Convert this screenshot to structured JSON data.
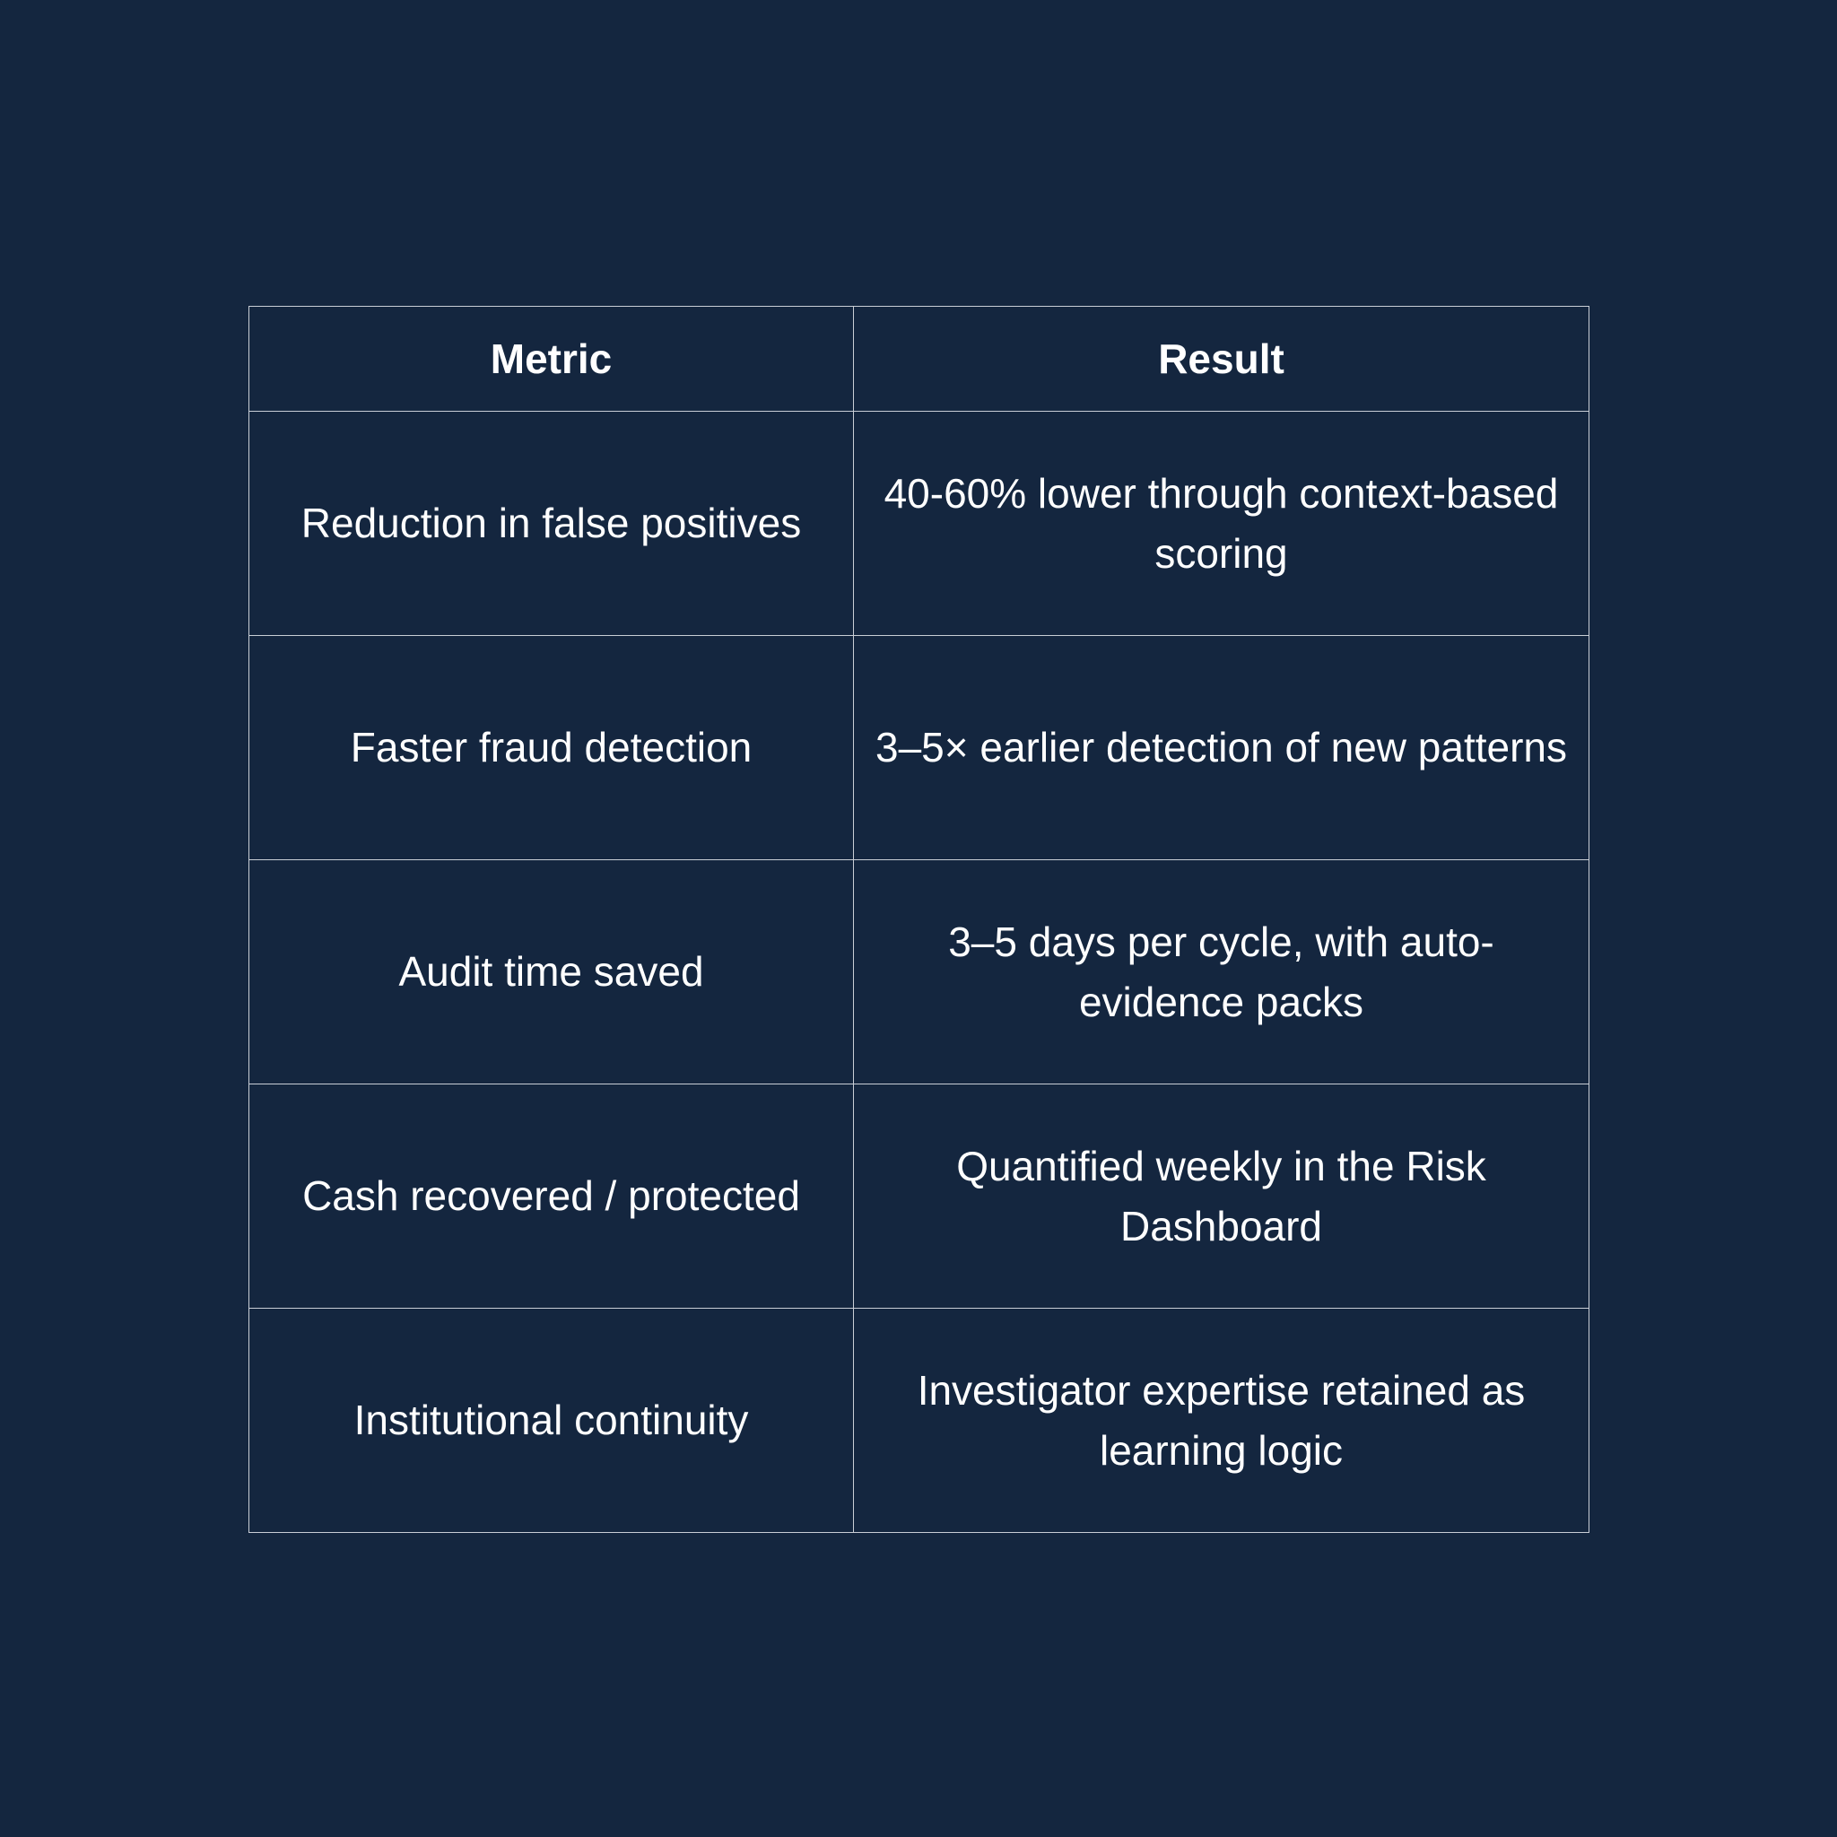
{
  "colors": {
    "background": "#14263f",
    "text": "#ffffff",
    "border": "#c9ced6"
  },
  "table": {
    "headers": [
      "Metric",
      "Result"
    ],
    "rows": [
      {
        "metric": "Reduction in false positives",
        "result": "40-60% lower through context-based scoring"
      },
      {
        "metric": "Faster fraud detection",
        "result": "3–5× earlier detection of new patterns"
      },
      {
        "metric": "Audit time saved",
        "result": "3–5 days per cycle, with auto-evidence packs"
      },
      {
        "metric": "Cash recovered / protected",
        "result": "Quantified weekly in the Risk Dashboard"
      },
      {
        "metric": "Institutional continuity",
        "result": "Investigator expertise retained as learning logic"
      }
    ]
  }
}
